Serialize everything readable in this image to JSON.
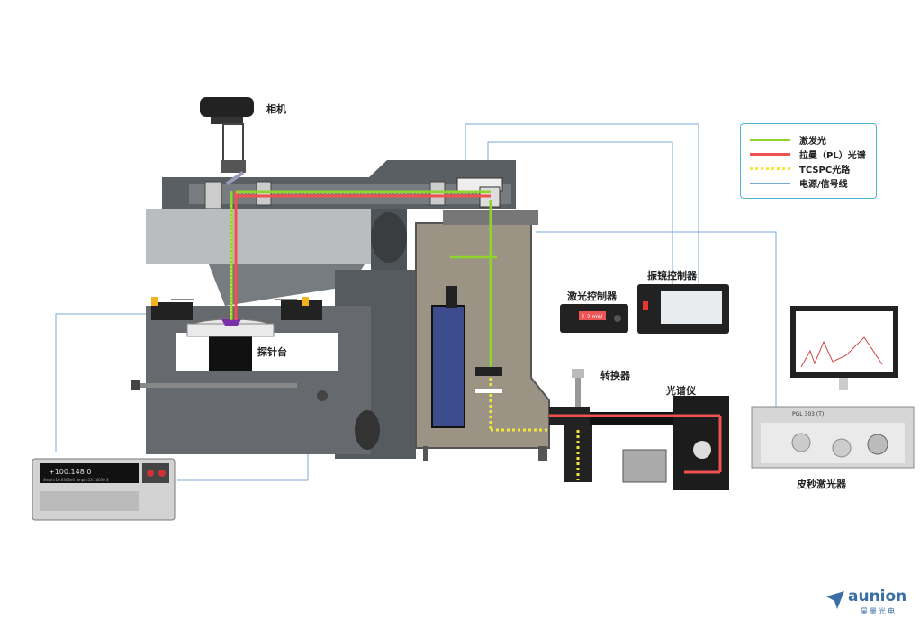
{
  "labels": {
    "camera": "相机",
    "probe_stage": "探针台",
    "laser_controller": "激光控制器",
    "galvo_controller": "振镜控制器",
    "switcher": "转换器",
    "spectrometer": "光谱仪",
    "ps_laser": "皮秒激光器"
  },
  "legend": {
    "items": [
      {
        "label": "激发光",
        "color": "#8ed42a",
        "style": "solid"
      },
      {
        "label": "拉曼（PL）光谱",
        "color": "#f05050",
        "style": "solid"
      },
      {
        "label": "TCSPC光路",
        "color": "#f5e63a",
        "style": "dotted"
      },
      {
        "label": "电源/信号线",
        "color": "#7aa7d9",
        "style": "thin"
      }
    ]
  },
  "instrument_displays": {
    "meter_main": "+100.148 0",
    "meter_sub": "Smpl=16.6303e0   Smpl=13.10030 S",
    "laser_controller_display": "1.2 mW",
    "laser_panel_text": "PGL 303 (T)"
  },
  "brand": {
    "name": "aunion",
    "sub": "昊量光电"
  },
  "colors": {
    "excitation": "#8ed42a",
    "raman": "#f05050",
    "tcspc": "#f5e63a",
    "signal": "#7aa7d9",
    "body_dark": "#555a5f",
    "body_mid": "#8a8f93",
    "tan": "#9b9484",
    "brand": "#3a6ea5"
  }
}
